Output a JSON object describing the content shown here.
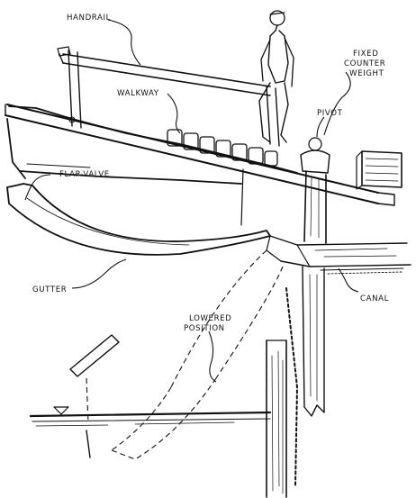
{
  "labels": {
    "handrail": "HANDRAIL",
    "walkway": "WALKWAY",
    "counterweight_line1": "FIXED",
    "counterweight_line2": "COUNTER",
    "counterweight_line3": "WEIGHT",
    "pivot": "PIVOT",
    "flap_valve": "FLAP-VALVE",
    "gutter": "GUTTER",
    "canal": "CANAL",
    "lowered_line1": "LOWERED",
    "lowered_line2": "POSITION"
  },
  "colors": {
    "ink": "#111111",
    "paper": "#ffffff"
  }
}
